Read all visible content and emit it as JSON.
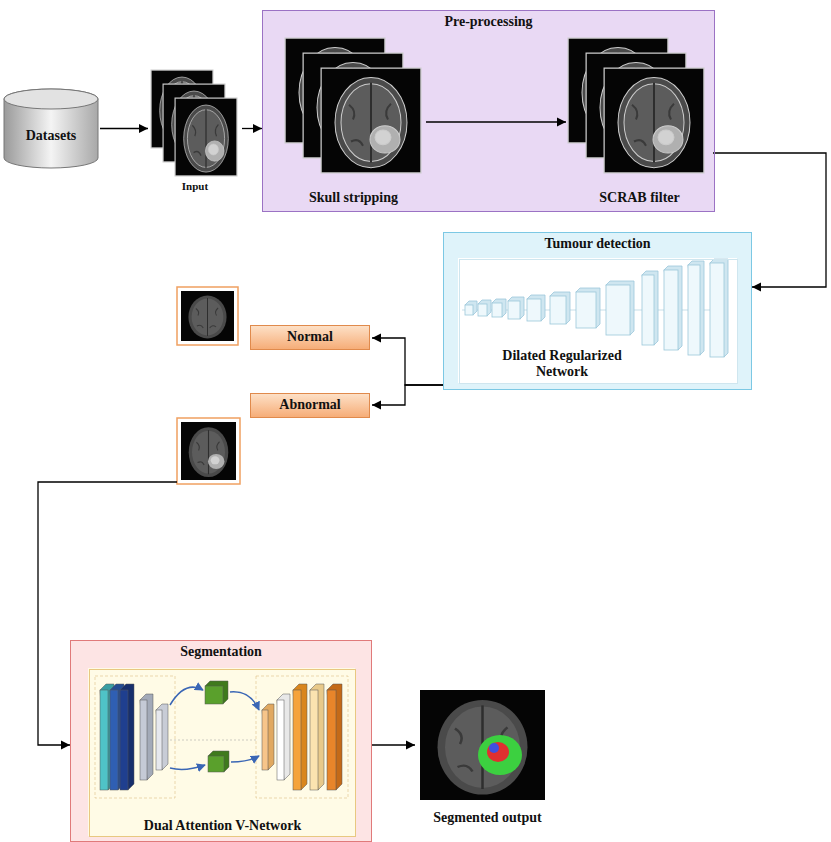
{
  "diagram": {
    "nodes": [
      {
        "text": [
          "Datasets"
        ]
      },
      {
        "text": [
          "Input"
        ]
      },
      {
        "text": [
          "Pre-processing"
        ]
      },
      {
        "text": [
          "Skull stripping"
        ],
        "in": 2
      },
      {
        "text": [
          "SCRAB filter"
        ],
        "in": 2
      },
      {
        "text": [
          "Tumour detection"
        ]
      },
      {
        "text": [
          "Dilated Regularized Network"
        ],
        "in": 5
      },
      {
        "text": [
          "Normal"
        ]
      },
      {
        "text": [
          "Abnormal"
        ]
      },
      {
        "text": [
          "Segmentation"
        ]
      },
      {
        "text": [
          "Dual Attention V-Network"
        ],
        "in": 9
      },
      {
        "text": [
          "Segmented output"
        ]
      }
    ],
    "edges": [
      {
        "from": 0,
        "to": 1,
        "arrow": "to"
      },
      {
        "from": 1,
        "to": 2,
        "arrow": "to"
      },
      {
        "from": 3,
        "to": 4,
        "arrow": "to"
      },
      {
        "from": 4,
        "to": 5,
        "arrow": "to"
      },
      {
        "from": 5,
        "to": 7,
        "arrow": "to"
      },
      {
        "from": 5,
        "to": 8,
        "arrow": "to"
      },
      {
        "from": 8,
        "to": 9,
        "arrow": "to"
      },
      {
        "from": 9,
        "to": 11,
        "arrow": "to"
      }
    ]
  }
}
